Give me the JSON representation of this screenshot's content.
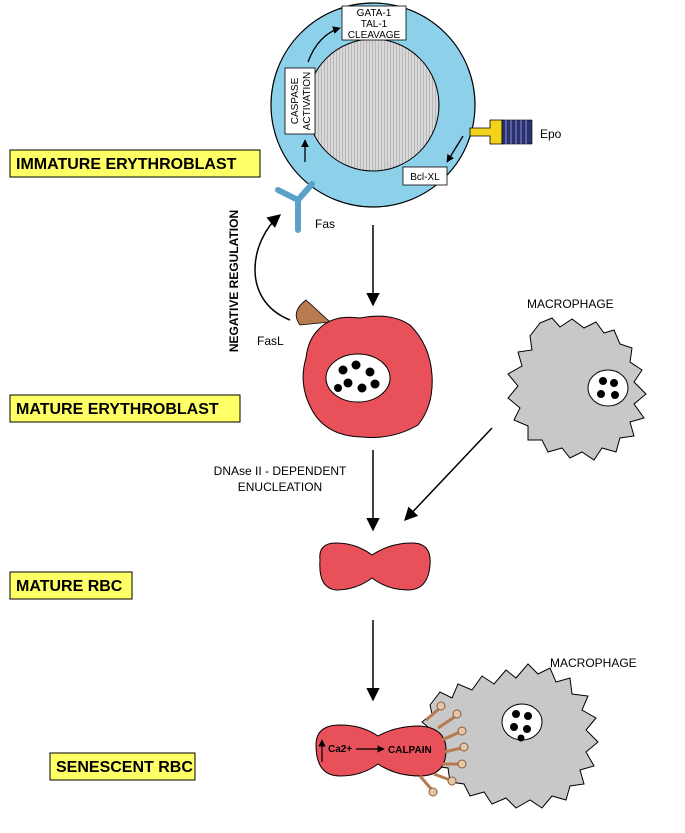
{
  "stages": {
    "immature_erythroblast": "IMMATURE ERYTHROBLAST",
    "mature_erythroblast": "MATURE ERYTHROBLAST",
    "mature_rbc": "MATURE RBC",
    "senescent_rbc": "SENESCENT RBC"
  },
  "labels": {
    "gata_line1": "GATA-1",
    "gata_line2": "TAL-1",
    "gata_line3": "CLEAVAGE",
    "caspase_line1": "CASPASE",
    "caspase_line2": "ACTIVATION",
    "epo": "Epo",
    "bcl_xl": "Bcl-XL",
    "fas": "Fas",
    "fasl": "FasL",
    "negative_regulation": "NEGATIVE REGULATION",
    "macrophage_top": "MACROPHAGE",
    "macrophage_bottom": "MACROPHAGE",
    "dnase_line1": "DNAse II - DEPENDENT",
    "dnase_line2": "ENUCLEATION",
    "ca2": "Ca2+",
    "calpain": "CALPAIN"
  },
  "colors": {
    "stage_box": "#ffff66",
    "cell_blue": "#8cd0ea",
    "cell_red": "#e8505a",
    "macrophage_gray": "#c8c8c8",
    "fasl_brown": "#b87a50",
    "epo_receptor_yellow": "#f2d21a",
    "epo_navy": "#2a3070",
    "nucleus_gray": "#b8b8b8"
  }
}
